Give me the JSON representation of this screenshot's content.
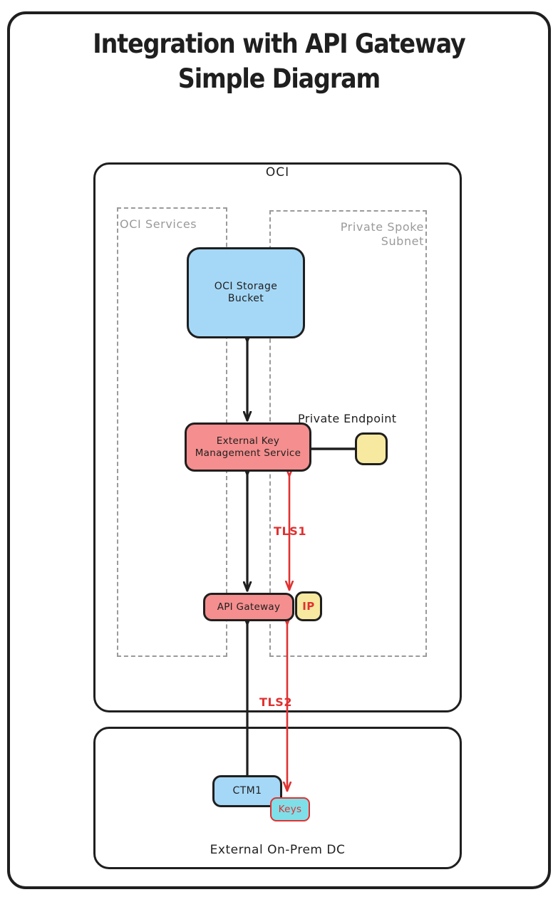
{
  "title": {
    "line1": "Integration with API Gateway",
    "line2": "Simple Diagram"
  },
  "containers": {
    "oci": {
      "label": "OCI"
    },
    "onprem": {
      "label": "External On-Prem DC"
    }
  },
  "zones": {
    "oci_services": {
      "label": "OCI Services"
    },
    "private_spoke": {
      "label": "Private Spoke\nSubnet"
    }
  },
  "nodes": {
    "storage_bucket": {
      "label": "OCI Storage\nBucket",
      "fill": "#a5d8f7"
    },
    "ekms": {
      "label": "External Key\nManagement Service",
      "fill": "#f58e8e"
    },
    "private_endpoint": {
      "label": "",
      "caption": "Private Endpoint",
      "fill": "#f7e9a0"
    },
    "api_gateway": {
      "label": "API Gateway",
      "fill": "#f58e8e"
    },
    "ip": {
      "label": "IP",
      "fill": "#f7e9a0",
      "text_color": "#e03131"
    },
    "ctm1": {
      "label": "CTM1",
      "fill": "#a5d8f7"
    },
    "keys": {
      "label": "Keys",
      "fill": "#7fdfe8",
      "stroke": "#e03131",
      "text_color": "#e03131"
    }
  },
  "edges": {
    "tls1": {
      "label": "TLS1",
      "color": "#e03131"
    },
    "tls2": {
      "label": "TLS2",
      "color": "#e03131"
    }
  },
  "colors": {
    "stroke": "#1f1f1f",
    "zone_stroke": "#9a9a9a",
    "accent_red": "#e03131",
    "blue": "#a5d8f7",
    "salmon": "#f58e8e",
    "yellow": "#f7e9a0",
    "cyan": "#7fdfe8",
    "background": "#ffffff"
  }
}
